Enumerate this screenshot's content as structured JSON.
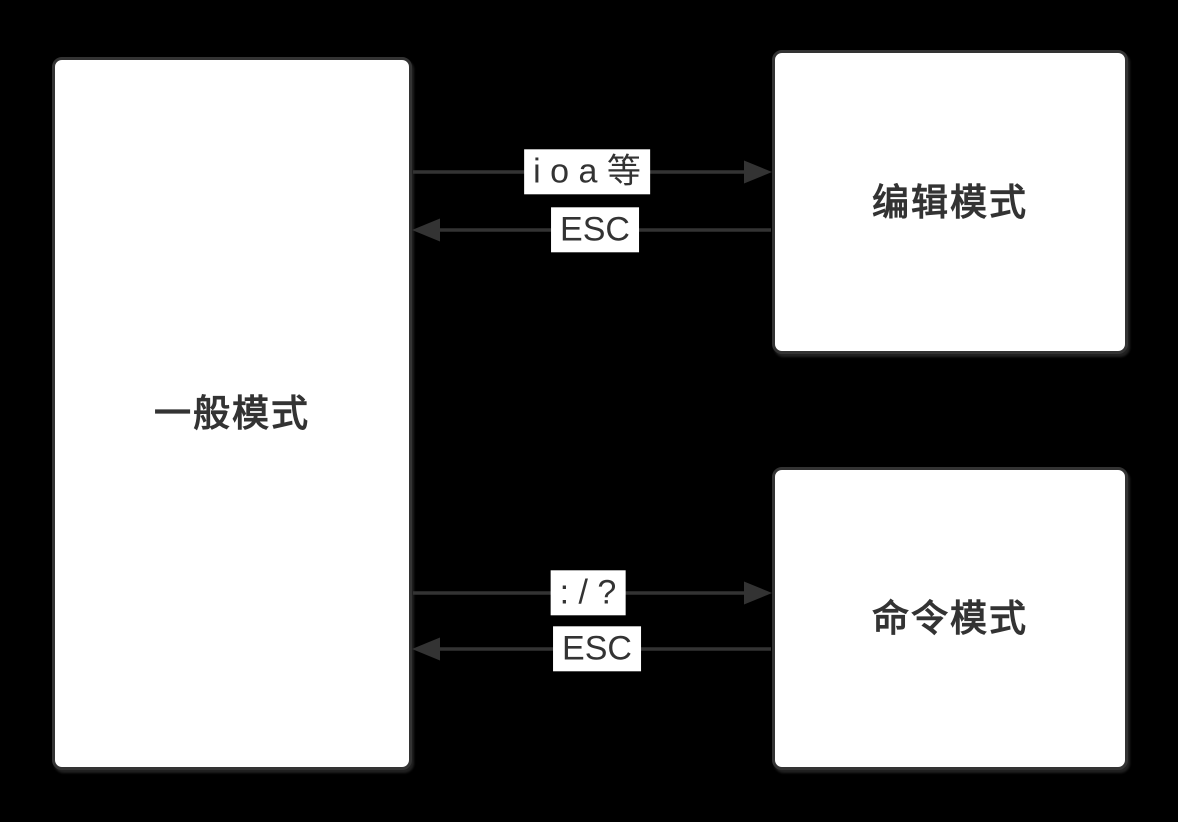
{
  "diagram": {
    "colors": {
      "background": "#000000",
      "node_fill": "#ffffff",
      "stroke": "#333333",
      "text": "#333333"
    },
    "nodes": [
      {
        "id": "normal",
        "label": "一般模式"
      },
      {
        "id": "edit",
        "label": "编辑模式"
      },
      {
        "id": "command",
        "label": "命令模式"
      }
    ],
    "edges": [
      {
        "from": "normal",
        "to": "edit",
        "label": "i o a 等",
        "direction": "right"
      },
      {
        "from": "edit",
        "to": "normal",
        "label": "ESC",
        "direction": "left"
      },
      {
        "from": "normal",
        "to": "command",
        "label": ": / ?",
        "direction": "right"
      },
      {
        "from": "command",
        "to": "normal",
        "label": "ESC",
        "direction": "left"
      }
    ]
  }
}
